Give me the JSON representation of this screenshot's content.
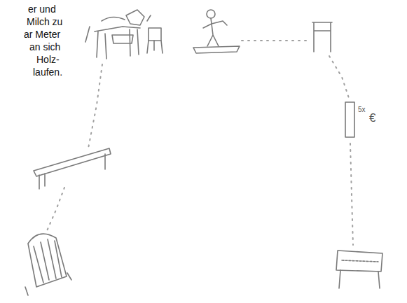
{
  "diagram": {
    "labels": [
      "er und",
      "Milch zu",
      "ar Meter",
      "an sich",
      "Holz-",
      "laufen.",
      "5x",
      "€"
    ]
  }
}
